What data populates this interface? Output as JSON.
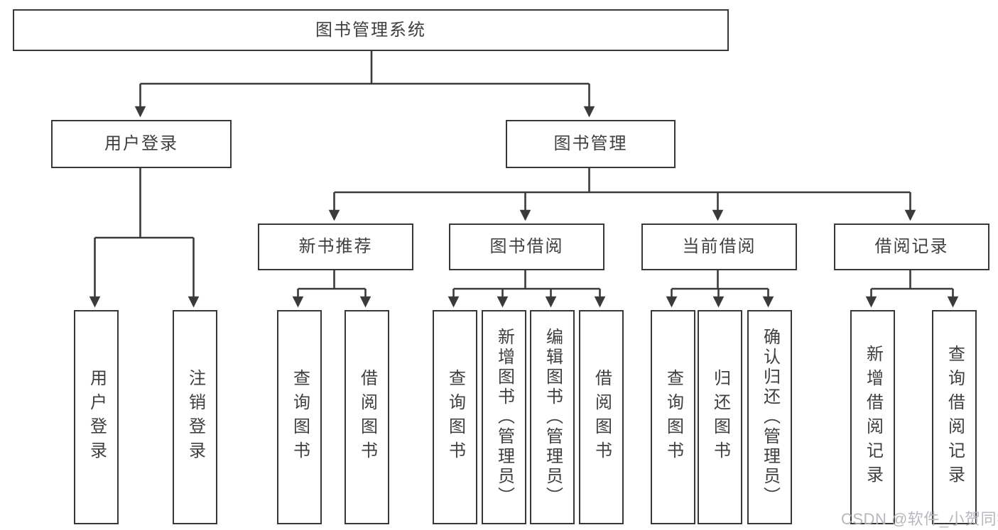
{
  "diagram": {
    "watermark": "CSDN @软件_小贺同学",
    "colors": {
      "line": "#3a3a3a",
      "box_border": "#383838",
      "text": "#3f3f3f",
      "watermark": "#b0b3b8",
      "background": "#ffffff"
    },
    "root": {
      "label": "图书管理系统"
    },
    "branches": {
      "user": {
        "label": "用户登录",
        "children": [
          {
            "label": "用户登录"
          },
          {
            "label": "注销登录"
          }
        ]
      },
      "book": {
        "label": "图书管理",
        "children": [
          {
            "label": "新书推荐",
            "children": [
              {
                "label": "查询图书"
              },
              {
                "label": "借阅图书"
              }
            ]
          },
          {
            "label": "图书借阅",
            "children": [
              {
                "label": "查询图书"
              },
              {
                "label": "新增图书（管理员）"
              },
              {
                "label": "编辑图书（管理员）"
              },
              {
                "label": "借阅图书"
              }
            ]
          },
          {
            "label": "当前借阅",
            "children": [
              {
                "label": "查询图书"
              },
              {
                "label": "归还图书"
              },
              {
                "label": "确认归还（管理员）"
              }
            ]
          },
          {
            "label": "借阅记录",
            "children": [
              {
                "label": "新增借阅记录"
              },
              {
                "label": "查询借阅记录"
              }
            ]
          }
        ]
      }
    }
  }
}
